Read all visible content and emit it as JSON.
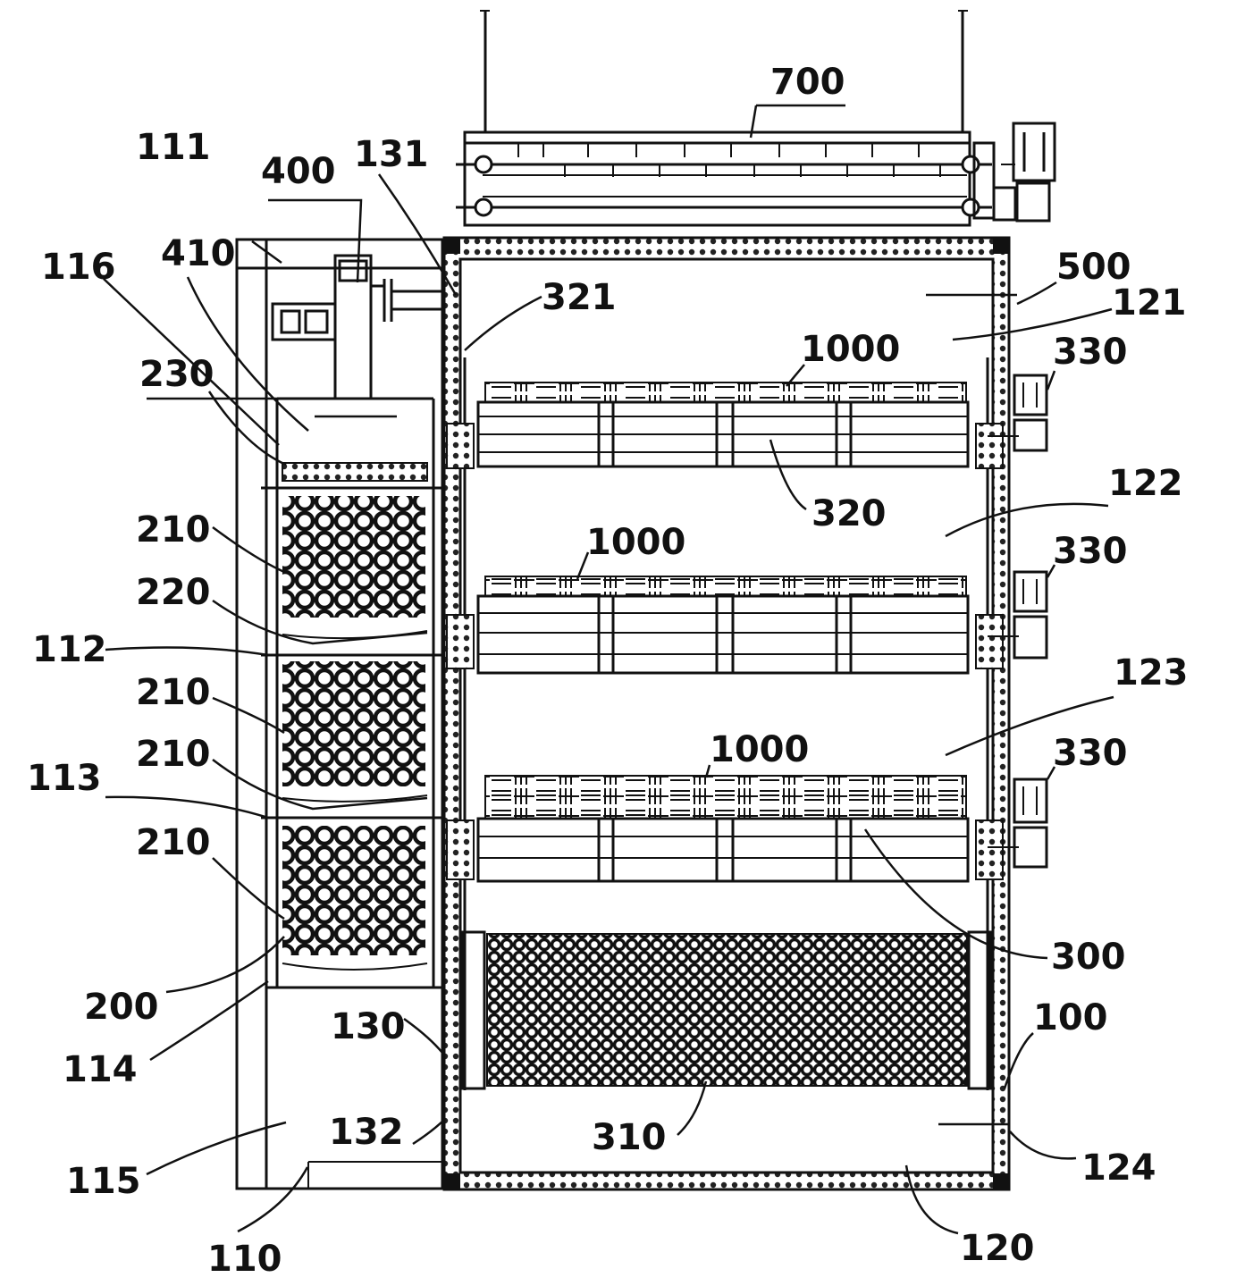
{
  "labels": {
    "l700": "700",
    "l111": "111",
    "l400": "400",
    "l131": "131",
    "l116": "116",
    "l410": "410",
    "l500": "500",
    "l321": "321",
    "l121": "121",
    "l1000a": "1000",
    "l330a": "330",
    "l230": "230",
    "l320": "320",
    "l122": "122",
    "l210a": "210",
    "l1000b": "1000",
    "l330b": "330",
    "l220": "220",
    "l112": "112",
    "l210b": "210",
    "l123": "123",
    "l210c": "210",
    "l1000c": "1000",
    "l330c": "330",
    "l113": "113",
    "l210d": "210",
    "l300": "300",
    "l200": "200",
    "l100": "100",
    "l130": "130",
    "l114": "114",
    "l132": "132",
    "l310": "310",
    "l124": "124",
    "l115": "115",
    "l110": "110",
    "l120": "120"
  }
}
